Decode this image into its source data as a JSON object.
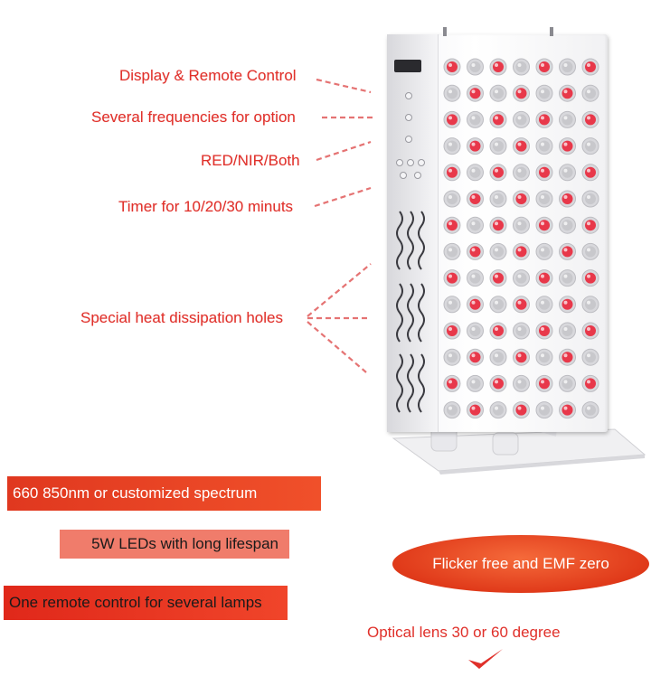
{
  "callouts": {
    "display": "Display & Remote Control",
    "frequencies": "Several frequencies for option",
    "mode": "RED/NIR/Both",
    "timer": "Timer for 10/20/30 minuts",
    "heat": "Special heat dissipation holes"
  },
  "banners": {
    "spectrum": "660 850nm or customized spectrum",
    "leds": "5W LEDs with long lifespan",
    "remote": "One remote control for several lamps"
  },
  "ellipse_text": "Flicker free and EMF zero",
  "optical_text": "Optical lens 30 or 60 degree",
  "colors": {
    "accent_red": "#e0302a",
    "led_red": "#e8384a",
    "led_nir": "#c8c8cc"
  },
  "icons": {
    "check": "check-mark-icon"
  }
}
